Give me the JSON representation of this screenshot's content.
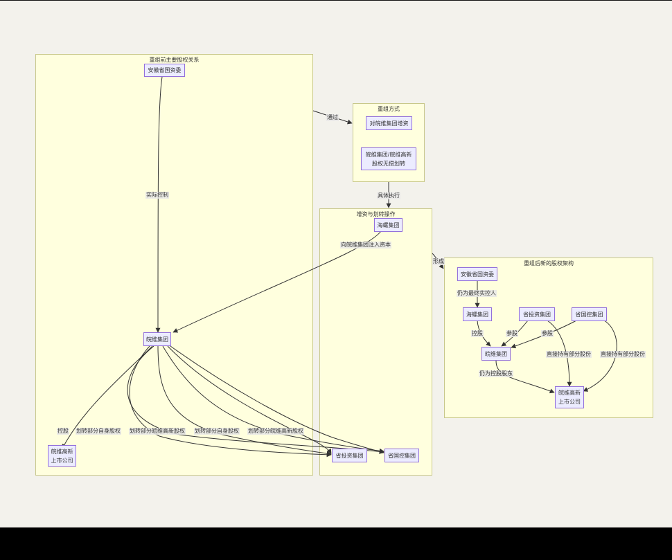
{
  "clusters": {
    "before": {
      "title": "重组前主要股权关系"
    },
    "method": {
      "title": "重组方式"
    },
    "ops": {
      "title": "增资与划转操作"
    },
    "after": {
      "title": "重组后新的股权架构"
    }
  },
  "nodes": {
    "anhui_sasac_before": "安徽省国资委",
    "wanwei_group_before": "皖维集团",
    "wanwei_hitech_before_l1": "皖维高新",
    "wanwei_hitech_before_l2": "上市公司",
    "capital_increase": "对皖维集团增资",
    "free_transfer_l1": "皖维集团/皖维高新",
    "free_transfer_l2": "股权无偿划转",
    "hailuo_ops": "海螺集团",
    "prov_investment_ops": "省投资集团",
    "prov_holding_ops": "省国控集团",
    "anhui_sasac_after": "安徽省国资委",
    "hailuo_after": "海螺集团",
    "prov_investment_after": "省投资集团",
    "prov_holding_after": "省国控集团",
    "wanwei_group_after": "皖维集团",
    "wanwei_hitech_after_l1": "皖维高新",
    "wanwei_hitech_after_l2": "上市公司"
  },
  "edge_labels": {
    "actual_control": "实际控制",
    "via": "通过",
    "execute": "具体执行",
    "inject_capital": "向皖维集团注入资本",
    "form": "形成",
    "holding": "控股",
    "transfer_own_1": "划转部分自身股权",
    "transfer_hitech_1": "划转部分皖维高新股权",
    "transfer_own_2": "划转部分自身股权",
    "transfer_hitech_2": "划转部分皖维高新股权",
    "still_controller": "仍为最终实控人",
    "control_stake": "控股",
    "participate_1": "参股",
    "participate_2": "参股",
    "direct_hold_1": "直接持有部分股份",
    "direct_hold_2": "直接持有部分股份",
    "still_controlling_shareholder": "仍为控股股东"
  },
  "colors": {
    "background": "#f3f2ec",
    "cluster_fill": "#ffffde",
    "cluster_border": "#c8c88a",
    "node_fill": "#ececff",
    "node_border": "#9370db",
    "edge": "#333333"
  }
}
